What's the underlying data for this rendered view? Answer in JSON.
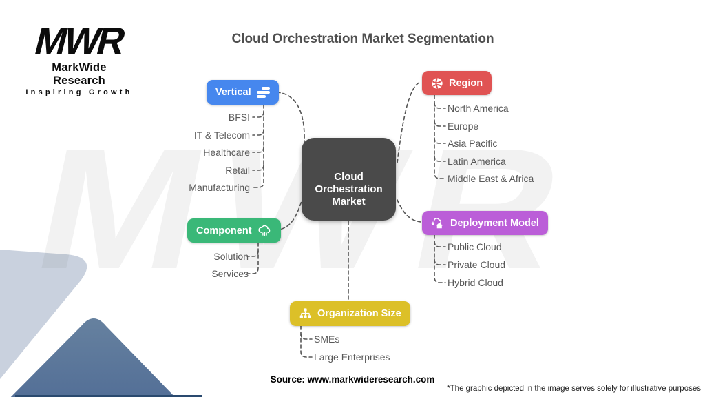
{
  "page": {
    "title": "Cloud Orchestration Market Segmentation",
    "watermark": "MWR",
    "source": "Source: www.markwideresearch.com",
    "disclaimer": "*The graphic depicted in the image serves solely for illustrative purposes"
  },
  "logo": {
    "acronym": "MWR",
    "name": "MarkWide Research",
    "tagline": "Inspiring Growth"
  },
  "central": {
    "lines": [
      "Cloud",
      "Orchestration",
      "Market"
    ],
    "color": "#4a4a4a"
  },
  "branches": [
    {
      "id": "vertical",
      "label": "Vertical",
      "color": "#4687ee",
      "icon": "list-icon",
      "items": [
        "BFSI",
        "IT & Telecom",
        "Healthcare",
        "Retail",
        "Manufacturing"
      ]
    },
    {
      "id": "region",
      "label": "Region",
      "color": "#e05353",
      "icon": "globe-icon",
      "items": [
        "North America",
        "Europe",
        "Asia Pacific",
        "Latin America",
        "Middle East & Africa"
      ]
    },
    {
      "id": "component",
      "label": "Component",
      "color": "#3ab878",
      "icon": "cloud-icon",
      "items": [
        "Solution",
        "Services"
      ]
    },
    {
      "id": "deployment",
      "label": "Deployment Model",
      "color": "#bb5ed8",
      "icon": "cloud-home-icon",
      "items": [
        "Public Cloud",
        "Private Cloud",
        "Hybrid Cloud"
      ]
    },
    {
      "id": "organization",
      "label": "Organization Size",
      "color": "#dcc028",
      "icon": "org-chart-icon",
      "items": [
        "SMEs",
        "Large Enterprises"
      ]
    }
  ],
  "style": {
    "connector_color": "#565656",
    "item_text_color": "#585858",
    "decor_light": "#c9d1de",
    "decor_dark_top": "#66819f",
    "decor_dark_bottom": "#4f6b95",
    "decor_strip": "#2a4a6f"
  }
}
